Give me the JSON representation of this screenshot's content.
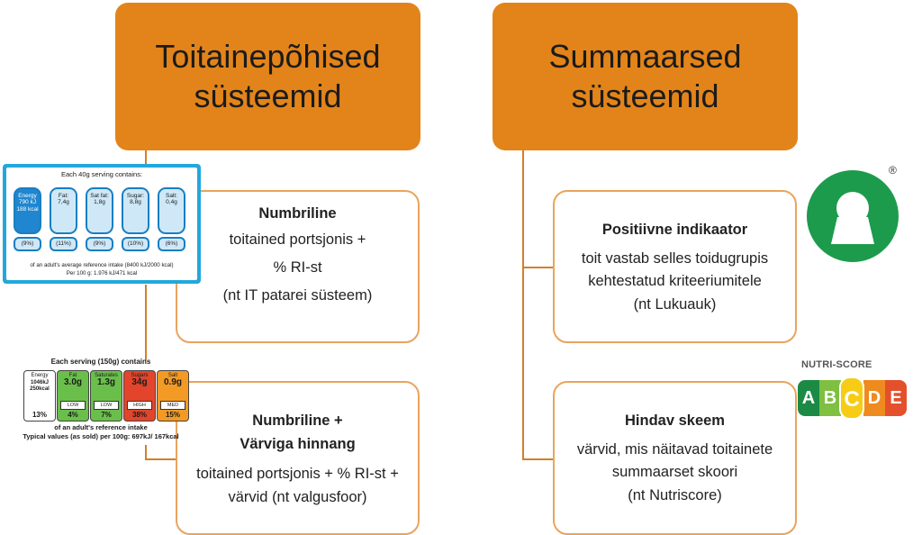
{
  "headers": {
    "left": "Toitainepõhised\nsüsteemid",
    "right": "Summaarsed\nsüsteemid"
  },
  "boxes": {
    "numeric": {
      "title": "Numbriline",
      "desc": "toitained portsjonis +\n% RI-st\n(nt IT patarei süsteem)"
    },
    "numeric_color": {
      "title1": "Numbriline +",
      "title2": "Värviga hinnang",
      "desc": "toitained portsjonis + % RI-st +\nvärvid (nt valgusfoor)"
    },
    "positive": {
      "title": "Positiivne indikaator",
      "desc": "toit vastab selles toidugrupis\nkehtestatud kriteeriumitele\n(nt Lukuauk)"
    },
    "scoring": {
      "title": "Hindav skeem",
      "desc": "värvid, mis näitavad toitainete\nsummaarset skoori\n(nt Nutriscore)"
    }
  },
  "label_battery": {
    "title": "Each 40g serving contains:",
    "items": [
      {
        "name": "Energy",
        "value": "790 kJ 188 kcal",
        "pct": "(9%)"
      },
      {
        "name": "Fat:",
        "value": "7,4g",
        "pct": "(11%)"
      },
      {
        "name": "Sat fat:",
        "value": "1,8g",
        "pct": "(9%)"
      },
      {
        "name": "Sugar:",
        "value": "8,8g",
        "pct": "(10%)"
      },
      {
        "name": "Salt:",
        "value": "0,4g",
        "pct": "(6%)"
      }
    ],
    "foot1": "of an adult's average reference intake (8400 kJ/2000 kcal)",
    "foot2": "Per 100 g: 1.976 kJ/471 kcal"
  },
  "label_traffic": {
    "title": "Each serving (150g) contains",
    "items": [
      {
        "name": "Energy",
        "value": "1046kJ 250kcal",
        "level": "",
        "pct": "13%",
        "color": "#ffffff"
      },
      {
        "name": "Fat",
        "value": "3.0g",
        "level": "LOW",
        "pct": "4%",
        "color": "#6abf4b"
      },
      {
        "name": "Saturates",
        "value": "1.3g",
        "level": "LOW",
        "pct": "7%",
        "color": "#6abf4b"
      },
      {
        "name": "Sugars",
        "value": "34g",
        "level": "HIGH",
        "pct": "38%",
        "color": "#e2452b"
      },
      {
        "name": "Salt",
        "value": "0.9g",
        "level": "MED",
        "pct": "15%",
        "color": "#f39a25"
      }
    ],
    "foot1": "of an adult's reference intake",
    "foot2": "Typical values (as sold) per 100g: 697kJ/ 167kcal"
  },
  "lukuauk": {
    "reg": "®",
    "color": "#1d9b4c"
  },
  "nutriscore": {
    "title": "NUTRI-SCORE",
    "letters": [
      {
        "l": "A",
        "color": "#1b8a45"
      },
      {
        "l": "B",
        "color": "#7fbf41"
      },
      {
        "l": "C",
        "color": "#f6cc16"
      },
      {
        "l": "D",
        "color": "#ef8a1f"
      },
      {
        "l": "E",
        "color": "#e4502b"
      }
    ],
    "selected": "C"
  },
  "colors": {
    "header": "#E3841A",
    "box_border": "#E9A45D",
    "line": "#d37f2a"
  }
}
